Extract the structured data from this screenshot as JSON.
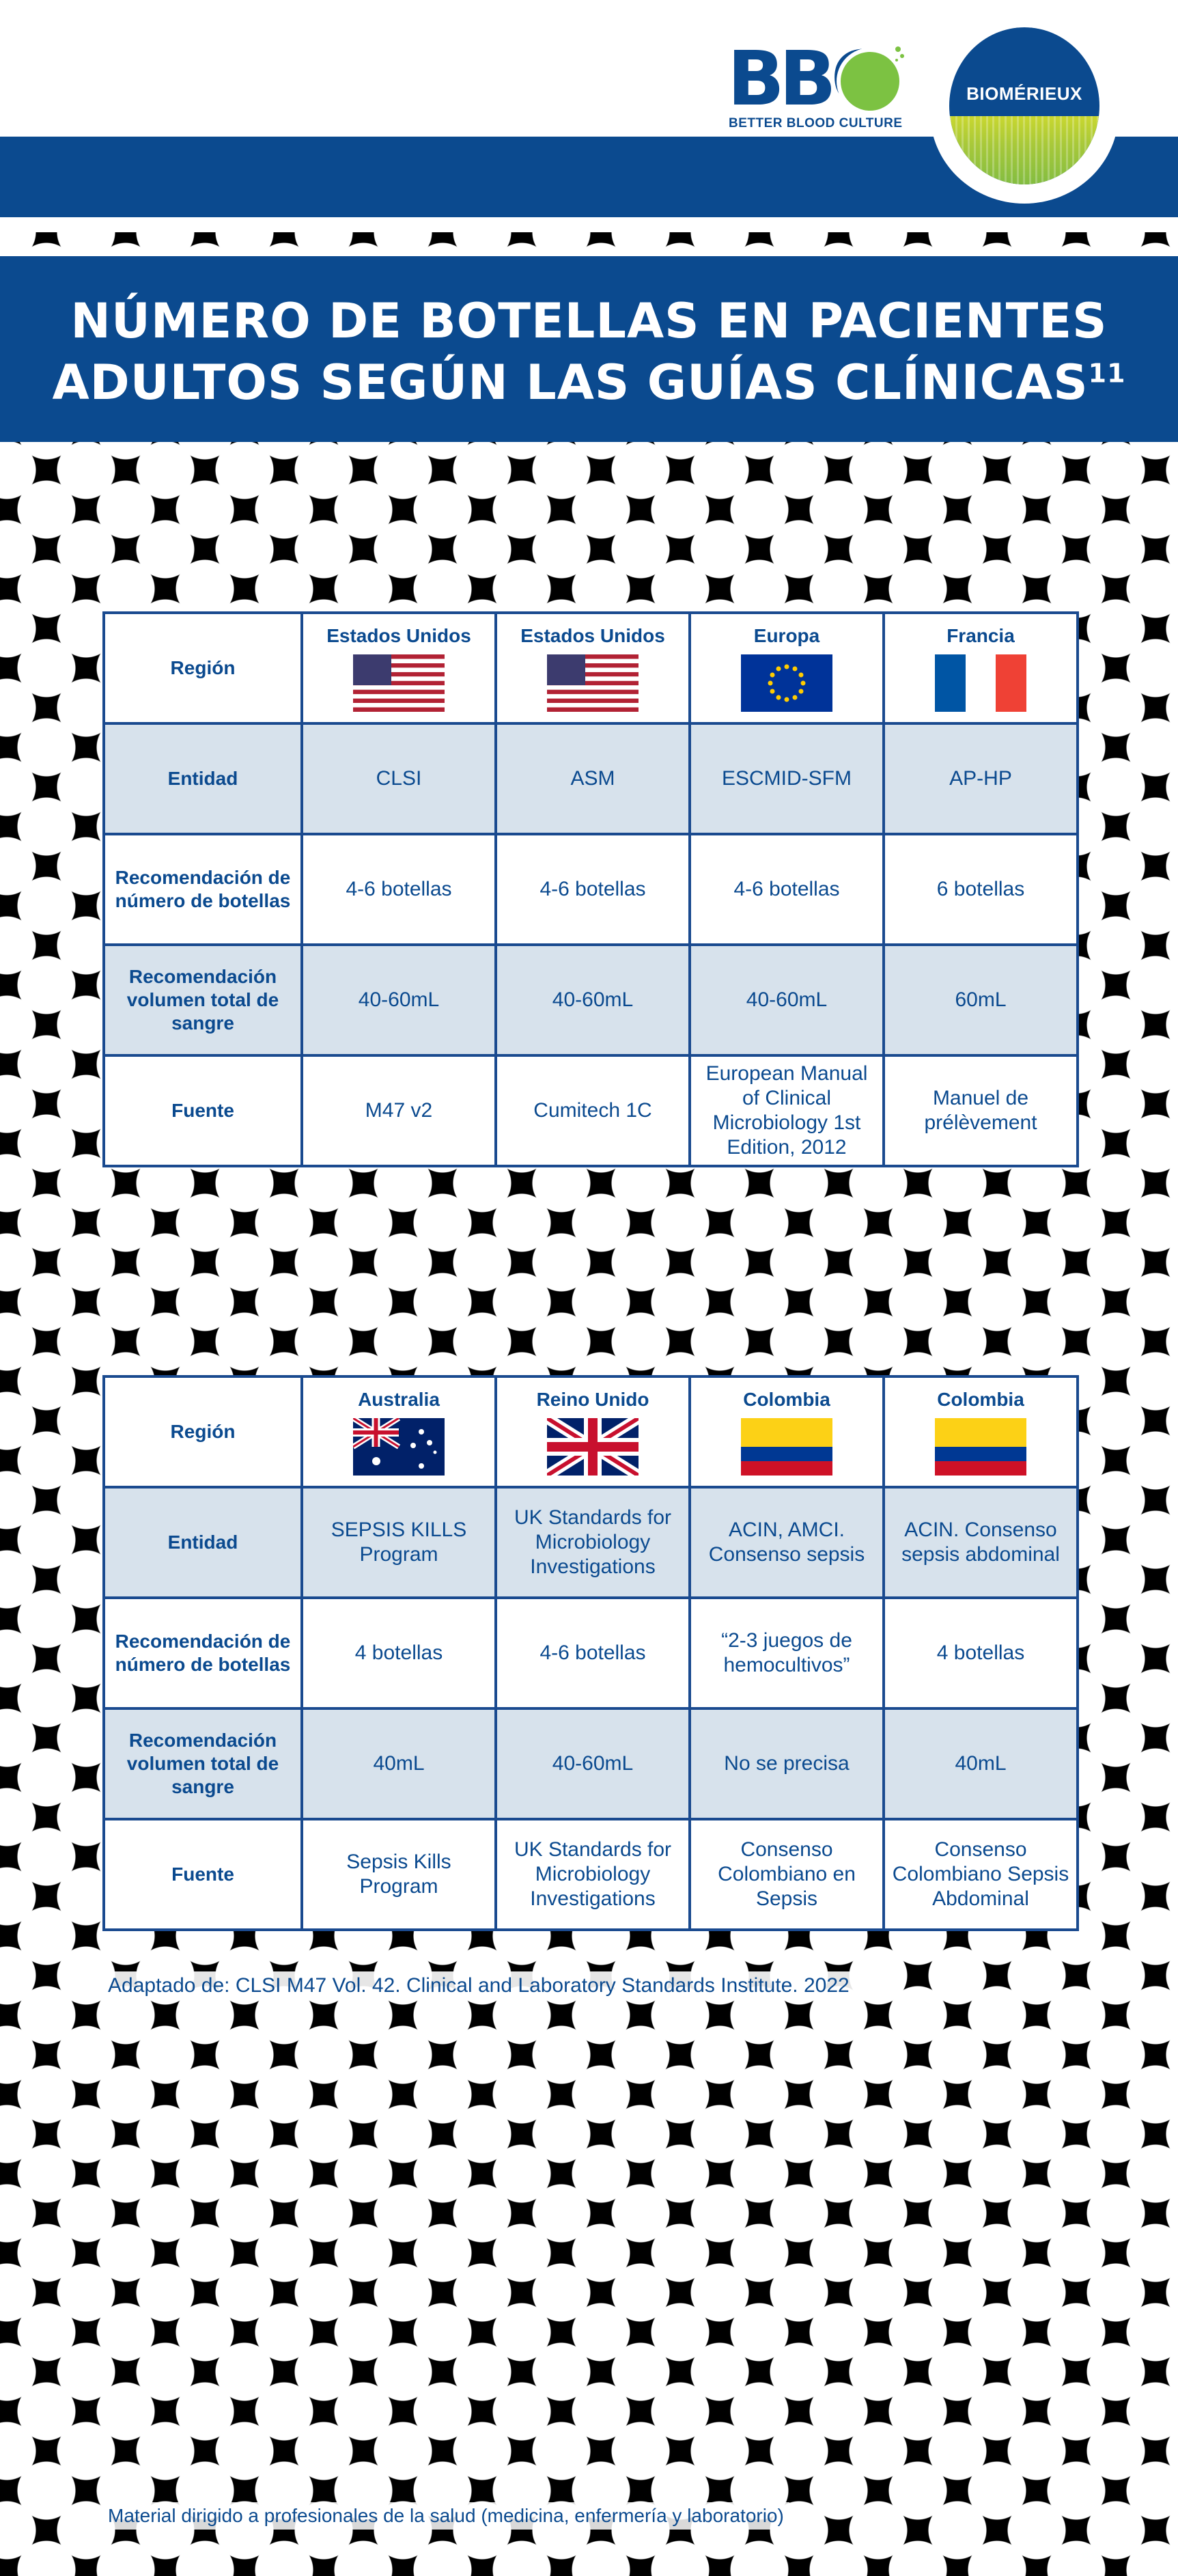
{
  "brand": {
    "bbc_letters": "BBC",
    "bbc_tagline": "BETTER BLOOD CULTURE",
    "biomerieux": "BIOMÉRIEUX"
  },
  "title": {
    "line1": "NÚMERO DE BOTELLAS EN PACIENTES",
    "line2": "ADULTOS SEGÚN LAS GUÍAS CLÍNICAS",
    "superscript": "11"
  },
  "row_labels": {
    "region": "Región",
    "entity": "Entidad",
    "bottles": "Recomendación de número de botellas",
    "volume": "Recomendación volumen total de sangre",
    "source": "Fuente"
  },
  "table1": [
    {
      "region": "Estados Unidos",
      "flag": "us-flag",
      "entity": "CLSI",
      "bottles": "4-6 botellas",
      "volume": "40-60mL",
      "source": "M47 v2"
    },
    {
      "region": "Estados Unidos",
      "flag": "us-flag",
      "entity": "ASM",
      "bottles": "4-6 botellas",
      "volume": "40-60mL",
      "source": "Cumitech 1C"
    },
    {
      "region": "Europa",
      "flag": "eu-flag",
      "entity": "ESCMID-SFM",
      "bottles": "4-6 botellas",
      "volume": "40-60mL",
      "source": "European Manual of Clinical Microbiology 1st Edition, 2012"
    },
    {
      "region": "Francia",
      "flag": "fr-flag",
      "entity": "AP-HP",
      "bottles": "6 botellas",
      "volume": "60mL",
      "source": "Manuel de prélèvement"
    }
  ],
  "table2": [
    {
      "region": "Australia",
      "flag": "au-flag",
      "entity": "SEPSIS KILLS Program",
      "bottles": "4 botellas",
      "volume": "40mL",
      "source": "Sepsis Kills Program"
    },
    {
      "region": "Reino Unido",
      "flag": "uk-flag",
      "entity": "UK Standards for Microbiology Investigations",
      "bottles": "4-6 botellas",
      "volume": "40-60mL",
      "source": "UK Standards for Microbiology Investigations"
    },
    {
      "region": "Colombia",
      "flag": "co-flag",
      "entity": "ACIN, AMCI. Consenso sepsis",
      "bottles": "“2-3 juegos de hemocultivos”",
      "volume": "No se precisa",
      "source": "Consenso Colombiano en Sepsis"
    },
    {
      "region": "Colombia",
      "flag": "co-flag",
      "entity": "ACIN. Consenso sepsis abdominal",
      "bottles": "4 botellas",
      "volume": "40mL",
      "source": "Consenso Colombiano Sepsis Abdominal"
    }
  ],
  "adapted_from": "Adaptado de: CLSI M47 Vol. 42. Clinical and Laboratory Standards Institute. 2022",
  "footnote": "Material dirigido a profesionales de la salud (medicina, enfermería y laboratorio)"
}
